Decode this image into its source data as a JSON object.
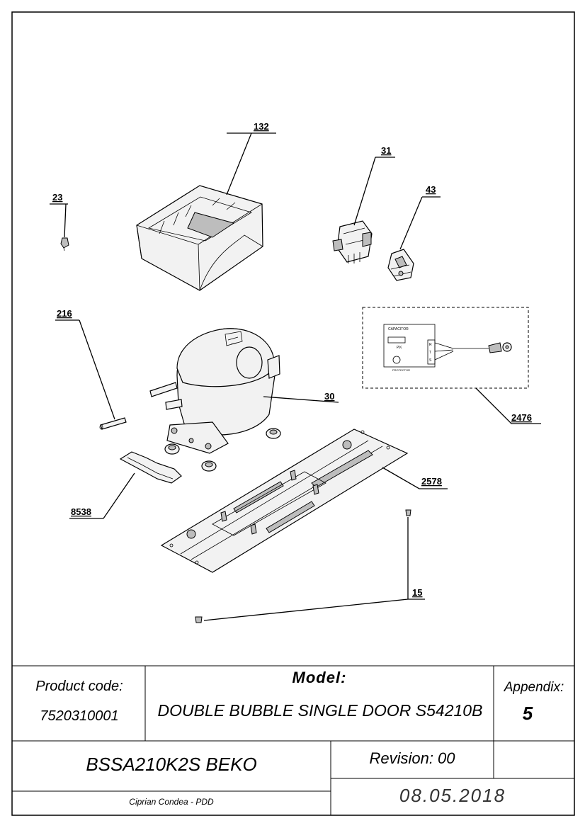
{
  "callouts": {
    "c132": "132",
    "c31": "31",
    "c43": "43",
    "c23": "23",
    "c216": "216",
    "c30": "30",
    "c2476": "2476",
    "c2578": "2578",
    "c8538": "8538",
    "c15": "15"
  },
  "wiring_diagram": {
    "capacitor_label": "CAPACITOR",
    "ptc_label": "P.K",
    "protector_label": "PROTECTOR",
    "pins": [
      "R",
      "T",
      "S"
    ]
  },
  "title_block": {
    "product_code_label": "Product code:",
    "product_code_value": "7520310001",
    "model_label": "Model:",
    "model_value": "DOUBLE BUBBLE SINGLE DOOR S54210B",
    "appendix_label": "Appendix:",
    "appendix_value": "5",
    "product_name": "BSSA210K2S BEKO",
    "revision": "Revision: 00",
    "author": "Ciprian Condea - PDD",
    "date": "08.05.2018"
  }
}
